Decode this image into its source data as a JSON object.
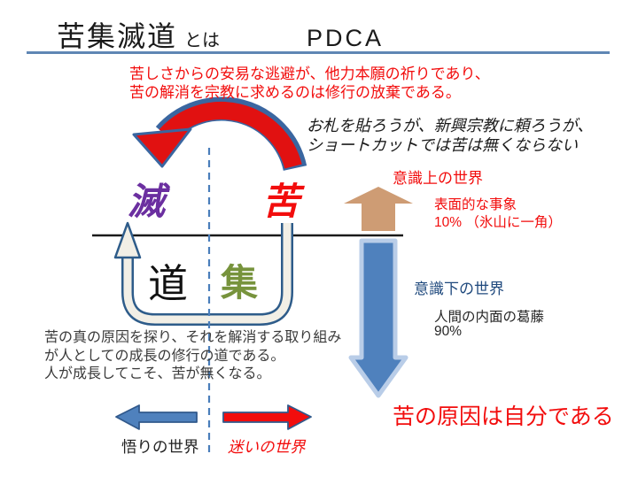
{
  "slide": {
    "title": {
      "main": "苦集滅道",
      "particle": "とは",
      "pdca": "PDCA"
    },
    "warning_red": {
      "line1": "苦しさからの安易な逃避が、他力本願の祈りであり、",
      "line2": "苦の解消を宗教に求めるのは修行の放棄である。"
    },
    "quote_italic": {
      "line1": "お札を貼ろうが、新興宗教に頼ろうが、",
      "line2": "ショートカットでは苦は無くならない"
    },
    "matrix": {
      "metsu": "滅",
      "ku": "苦",
      "dou": "道",
      "shuu": "集"
    },
    "conscious": {
      "title": "意識上の世界",
      "line1": "表面的な事象",
      "line2": "10% （氷山に一角）"
    },
    "subconscious": {
      "title": "意識下の世界",
      "line1": "人間の内面の葛藤",
      "line2": "90%"
    },
    "conclusion": "苦の原因は自分である",
    "note": {
      "line1": "苦の真の原因を探り、それを解消する取り組み",
      "line2": "が人としての成長の修行の道である。",
      "line3": "人が成長してこそ、苦が無くなる。"
    },
    "bottom_worlds": {
      "left": "悟りの世界",
      "right": "迷いの世界"
    },
    "colors": {
      "red": "#f20d0d",
      "purple": "#6b2fa0",
      "olive_green": "#77933c",
      "dark_blue_text": "#1f497d",
      "steel_blue_arrow": "#4f81bd",
      "tan_arrow": "#ce9c74",
      "tube_outline": "#2e5c8a",
      "tube_fill": "#f2efe6",
      "underline_blue": "#5f86b4"
    }
  }
}
